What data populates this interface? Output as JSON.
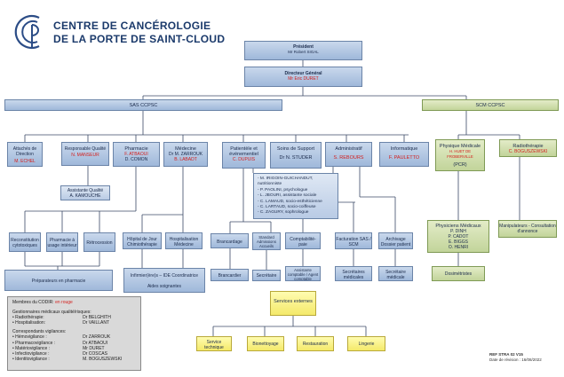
{
  "header": {
    "title_line1": "CENTRE DE CANCÉROLOGIE",
    "title_line2": "DE LA PORTE DE SAINT-CLOUD",
    "logo_icon": "ccp-logo-icon"
  },
  "nodes": {
    "president": {
      "title": "Président",
      "name": "Mr Robert SIGAL"
    },
    "dg": {
      "title": "Directeur Général",
      "name": "Mr Eric DURET"
    },
    "sas": {
      "title": "SAS CCPSC"
    },
    "scm": {
      "title": "SCM CCPSC"
    },
    "attaches": {
      "title": "Attachés de Direction",
      "name": "M. ECHEL"
    },
    "qualite": {
      "title": "Responsable Qualité",
      "name": "N. MANSEUR"
    },
    "pharmacie": {
      "title": "Pharmacie",
      "name1": "F. ATBAOUI",
      "name2": "D. COMON"
    },
    "medecine": {
      "title": "Médecine",
      "name1": "Dr M. ZARROUK",
      "name2": "B. LABADT"
    },
    "patientele": {
      "title": "Patientèle et événementiel",
      "name": "C. DUPUIS"
    },
    "soins": {
      "title": "Soins de Support",
      "name": "Dr N. STUDER"
    },
    "administratif": {
      "title": "Administratif",
      "name": "S. REBOURS"
    },
    "informatique": {
      "title": "Informatique",
      "name": "F. PAULETTO"
    },
    "physique": {
      "title": "Physique Médicale",
      "name1": "H. HUET DE FROBERVILLE",
      "name2": "(PCR)"
    },
    "radiotherapie": {
      "title": "Radiothérapie",
      "name": "C. BOGUSZEWSKI"
    },
    "assistante_qualite": {
      "title": "Assistante Qualité",
      "name": "A. KAMOUCHE"
    },
    "soins_list": [
      "- M. IRIGOIN-GUICHANDUT, nutritionniste",
      "- P. PAOLINI, psychologue",
      "- L. JBOURI, assistante sociale",
      "- C. LAMAUD, socio-esthéticienne",
      "- C. LARTAUD, socio-coiffeuse",
      "- C. ZAGURY, sophrologue"
    ],
    "reconstitution": "Reconstitution cytotoxiques",
    "pharmacie_usage": "Pharmacie à usage intérieur",
    "retrocession": "Rétrocession",
    "hopital_jour": "Hôpital de Jour Chimiothérapie",
    "hospitalisation": "Hospitalisation Médecine",
    "brancardage": "Brancardage",
    "standard": "Standard Admissions Accueils",
    "comptabilite": "Comptabilité-paie",
    "facturation": "Facturation SAS / SCM",
    "archivage": "Archivage Dossier patient",
    "physiciens": {
      "title": "Physiciens Médicaux",
      "names": [
        "P. DINH",
        "P. CADOT",
        "E. BIGGS",
        "O. HENRI"
      ]
    },
    "manipulateurs": "Manipulateurs - Consultation d'annonce",
    "preparateurs": "Préparateurs en pharmacie",
    "infirmiers": "Infirmier(ère)s – IDE Coordinatrice",
    "aides": "Aides soignantes",
    "brancardier": "Brancardier",
    "secretaire": "Secrétaire",
    "assistante_comptable": "Assistante comptable / Agent comptable",
    "secretaires_medicales": "Secrétaires médicales",
    "secretaire_medicale": "Secrétaire médicale",
    "dosimetristes": "Dosimétristes",
    "services_externes": "Services externes",
    "service_technique": "Service technique",
    "bionettoyage": "Bionettoyage",
    "restauration": "Restauration",
    "lingerie": "Lingerie"
  },
  "legend": {
    "codir_label": "Membres du CODIR:",
    "codir_color_text": "en rouge",
    "gestionnaires_title": "Gestionnaires médicaux qualité/risques:",
    "gestionnaires": [
      {
        "role": "Radiothérapie:",
        "name": "Dr BELGHITH"
      },
      {
        "role": "Hospitalisation:",
        "name": "Dr VAILLANT"
      }
    ],
    "vigilances_title": "Correspondants vigilances:",
    "vigilances": [
      {
        "role": "Hémovigilance :",
        "name": "Dr ZARROUK"
      },
      {
        "role": "Pharmacovigilance :",
        "name": "Dr ATBAOUI"
      },
      {
        "role": "Matériovigilance :",
        "name": "Mr DURET"
      },
      {
        "role": "Infectiovigilance :",
        "name": "Dr COSCAS"
      },
      {
        "role": "Identitovigilance :",
        "name": "M. BOGUSZEWSKI"
      }
    ]
  },
  "footer": {
    "ref": "REF STRA 02 V15",
    "date": "Date de révision : 16/08/2022"
  },
  "colors": {
    "codir_red": "#d3211f",
    "blue_box": "#b3c7e3",
    "green_box": "#c9d9a8",
    "yellow_box": "#f7ef86",
    "connector": "#3b4a66"
  }
}
